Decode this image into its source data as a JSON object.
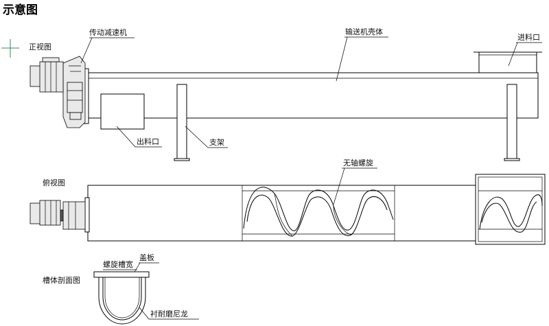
{
  "title": "示意图",
  "views": {
    "front": "正视图",
    "top": "俯视图",
    "section": "槽体剖面图"
  },
  "labels": {
    "gear_reducer": "传动减速机",
    "conveyor_casing": "输送机壳体",
    "inlet": "进料口",
    "outlet": "出料口",
    "support": "支架",
    "shaftless_screw": "无轴螺旋",
    "trough_width": "螺旋槽宽",
    "cover_plate": "盖板",
    "nylon_liner": "衬耐磨尼龙"
  },
  "colors": {
    "line": "#000000",
    "cross_marker": "#2e8b57"
  }
}
